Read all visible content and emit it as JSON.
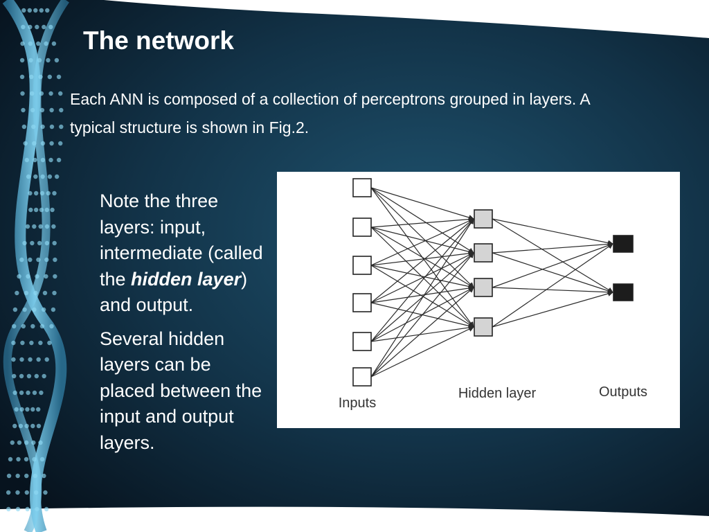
{
  "slide": {
    "title": "The network",
    "intro": "Each ANN is composed of a collection of perceptrons grouped in layers. A typical structure is shown in Fig.2.",
    "side_text": {
      "p1_before": "Note the three layers: input, intermediate (called the ",
      "p1_emphasis": "hidden layer",
      "p1_after": ") and output.",
      "p2": "Several hidden layers can be placed between the input and output layers."
    }
  },
  "diagram": {
    "layers": [
      {
        "label": "Inputs",
        "count": 6
      },
      {
        "label": "Hidden layer",
        "count": 4
      },
      {
        "label": "Outputs",
        "count": 2
      }
    ],
    "connections": "fully-connected",
    "colors": {
      "input_fill": "#ffffff",
      "hidden_fill": "#d4d4d4",
      "output_fill": "#1c1c1c",
      "line": "#2a2a2a",
      "background_dark": "#0a1826",
      "background_glow": "#1d4f6c"
    }
  }
}
